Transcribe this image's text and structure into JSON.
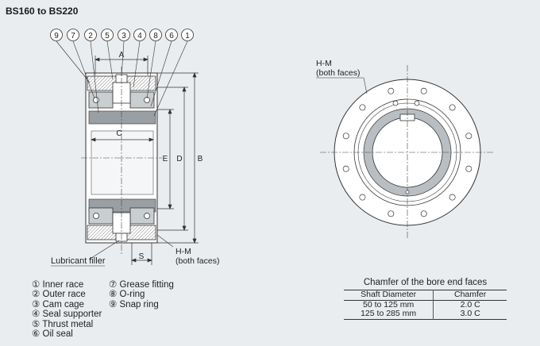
{
  "title": "BS160 to BS220",
  "callouts": [
    "9",
    "7",
    "2",
    "5",
    "3",
    "4",
    "8",
    "6",
    "1"
  ],
  "dims": {
    "A": "A",
    "B": "B",
    "C": "C",
    "D": "D",
    "E": "E",
    "S": "S"
  },
  "lubricant_label": "Lubricant filler",
  "hm_left": {
    "line1": "H-M",
    "line2": "(both faces)"
  },
  "hm_right": {
    "line1": "H-M",
    "line2": "(both faces)"
  },
  "legend_col1": [
    "① Inner race",
    "② Outer race",
    "③ Cam cage",
    "④ Seal supporter",
    "⑤ Thrust metal",
    "⑥ Oil seal"
  ],
  "legend_col2": [
    "⑦ Grease fitting",
    "⑧ O-ring",
    "⑨ Snap ring"
  ],
  "chamfer": {
    "caption": "Chamfer of the bore end faces",
    "headers": [
      "Shaft Diameter",
      "Chamfer"
    ],
    "rows": [
      [
        "50 to 125 mm",
        "2.0 C"
      ],
      [
        "125 to 285 mm",
        "3.0 C"
      ]
    ]
  }
}
